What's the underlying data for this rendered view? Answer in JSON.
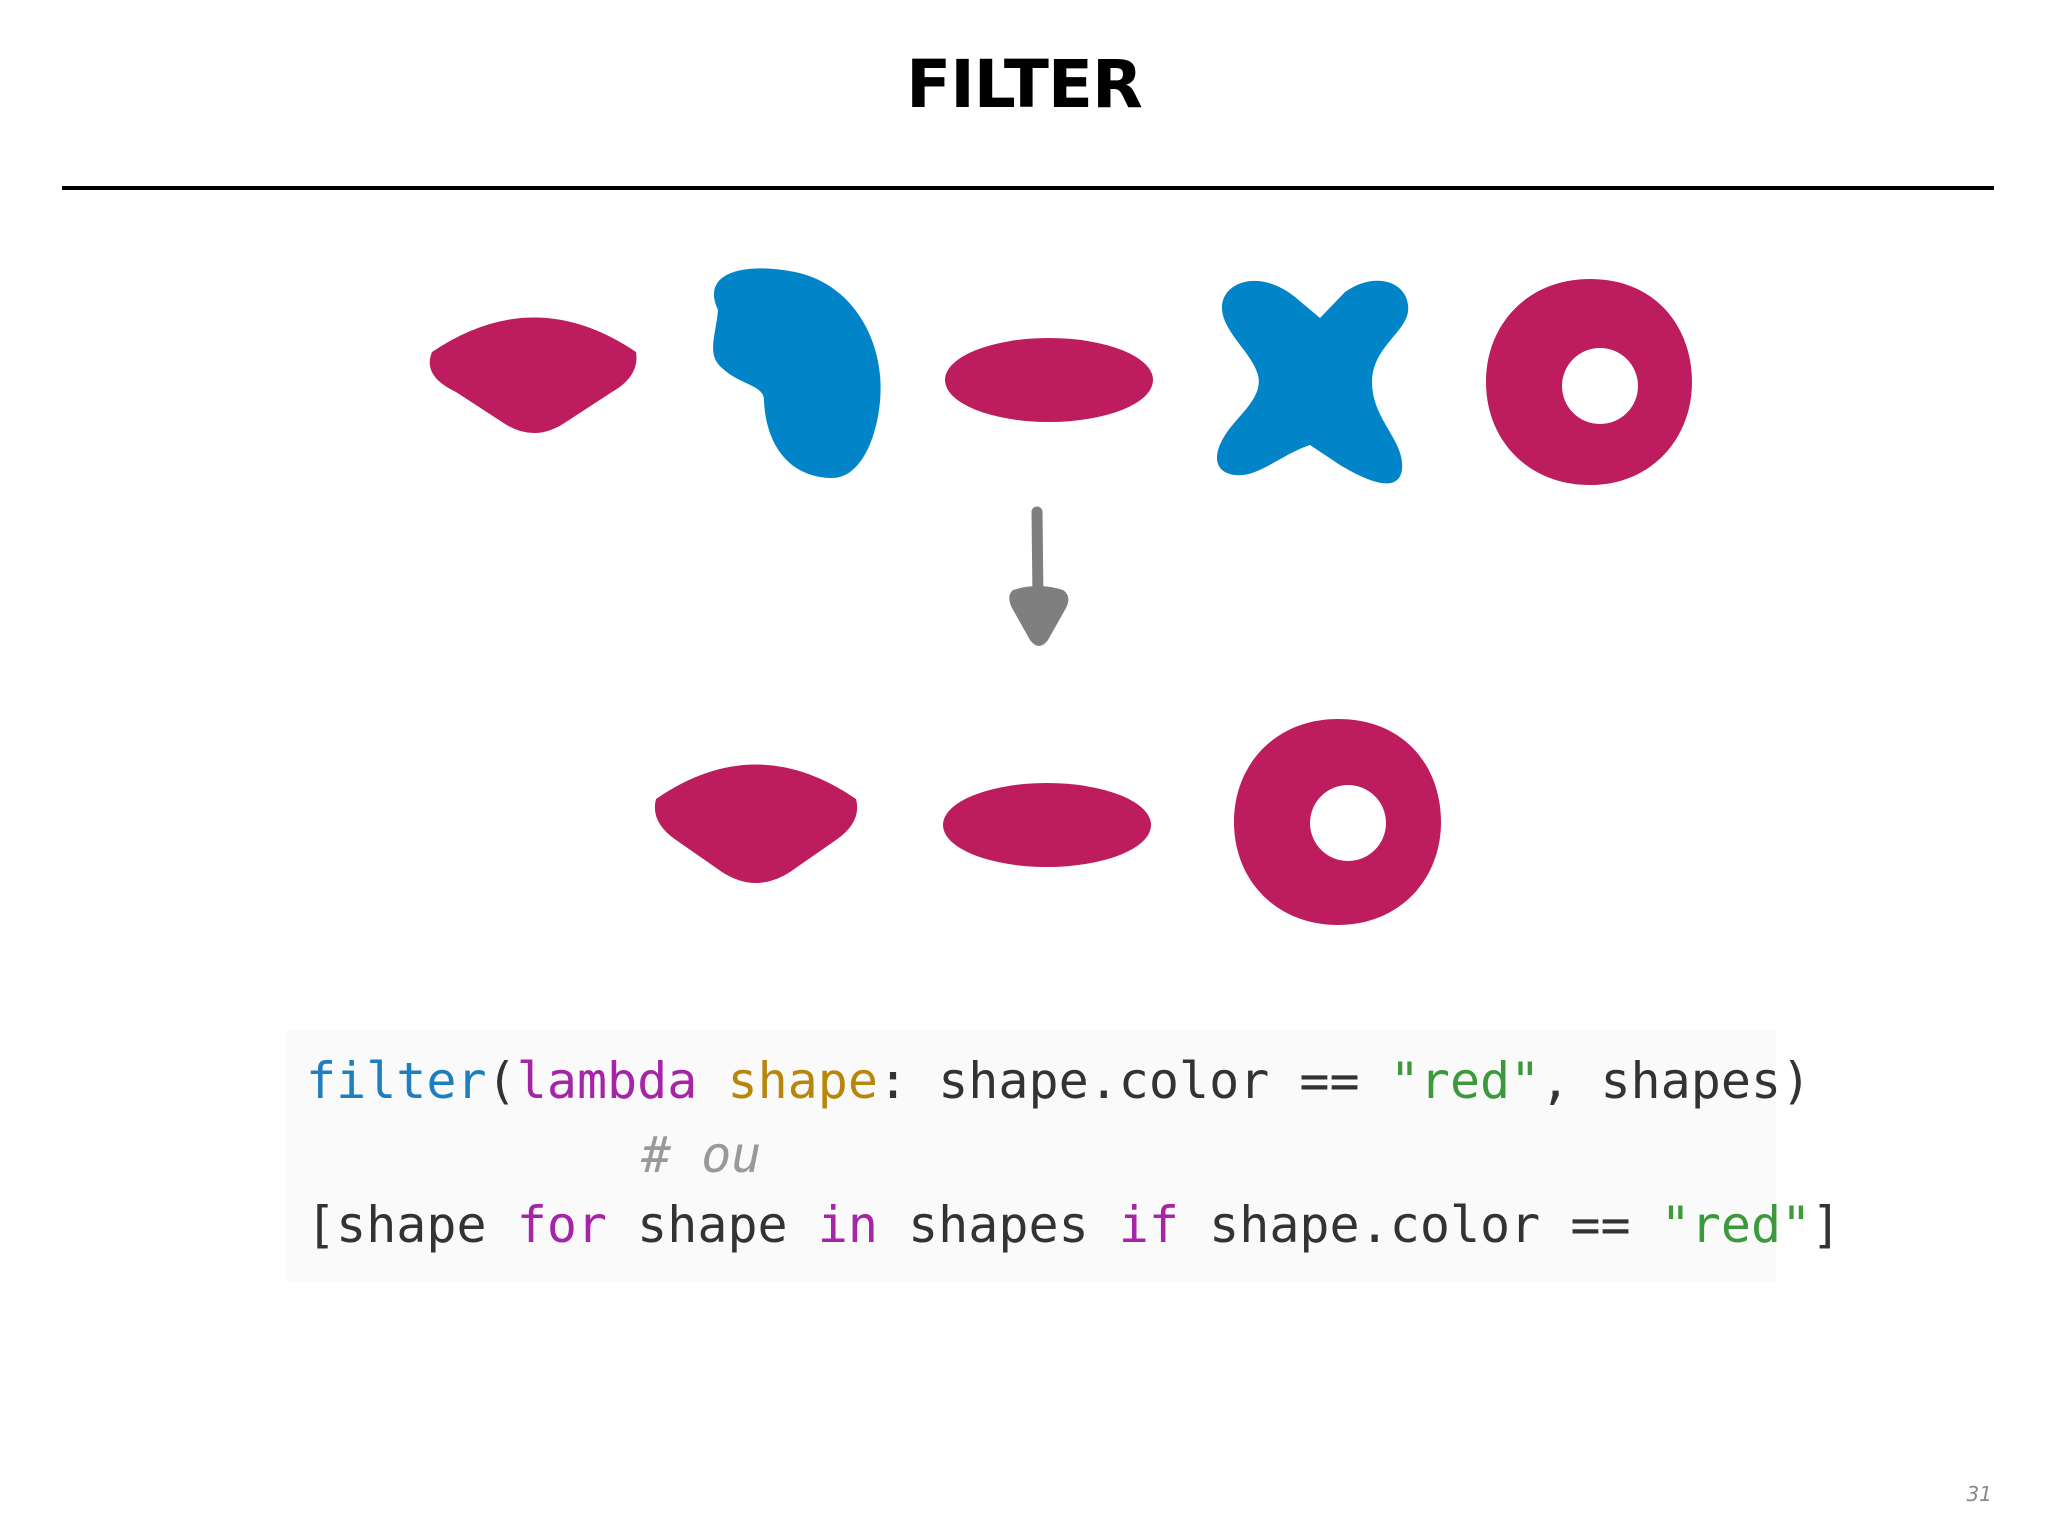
{
  "slide": {
    "title": "FILTER",
    "page_number": "31"
  },
  "colors": {
    "red_shape": "#bd1c5f",
    "blue_shape": "#0284c8",
    "arrow": "#7f7f7f",
    "code_background": "#fafafa"
  },
  "diagram": {
    "input_shapes": [
      {
        "shape": "diamond",
        "color": "red"
      },
      {
        "shape": "blob",
        "color": "blue"
      },
      {
        "shape": "ellipse",
        "color": "red"
      },
      {
        "shape": "cross",
        "color": "blue"
      },
      {
        "shape": "ring",
        "color": "red"
      }
    ],
    "output_shapes": [
      {
        "shape": "diamond",
        "color": "red"
      },
      {
        "shape": "ellipse",
        "color": "red"
      },
      {
        "shape": "ring",
        "color": "red"
      }
    ]
  },
  "code": {
    "line1": {
      "fn": "filter",
      "open_paren": "(",
      "kw_lambda": "lambda",
      "space1": " ",
      "param": "shape",
      "colon": ":",
      "expr": " shape.color == ",
      "string": "\"red\"",
      "rest": ", shapes)"
    },
    "line2": {
      "comment": "# ou"
    },
    "line3": {
      "bracket_shape": "[shape ",
      "kw_for": "for",
      "shape2": " shape ",
      "kw_in": "in",
      "shapes": " shapes ",
      "kw_if": "if",
      "expr": " shape.color == ",
      "string": "\"red\"",
      "close": "]"
    }
  }
}
